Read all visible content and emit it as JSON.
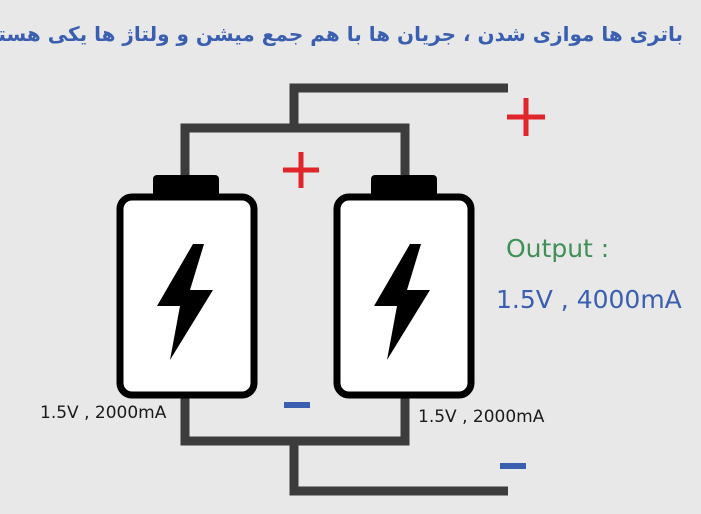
{
  "title": "باتری ها موازی شدن ، جریان ها با هم جمع میشن و ولتاژ ها یکی هستن",
  "batteries": [
    {
      "label": "1.5V , 2000mA"
    },
    {
      "label": "1.5V , 2000mA"
    }
  ],
  "output": {
    "title": "Output :",
    "value": "1.5V , 4000mA"
  },
  "colors": {
    "background": "#e8e8e8",
    "wire": "#3c3c3c",
    "battery": "#000000",
    "plus": "#e0262b",
    "minus": "#3a5fb0",
    "title": "#3a5fb0",
    "output_title": "#3f8f57",
    "output_value": "#3a5fb0"
  },
  "icons": [
    "lightning-bolt-icon",
    "plus-sign-icon",
    "minus-sign-icon"
  ]
}
